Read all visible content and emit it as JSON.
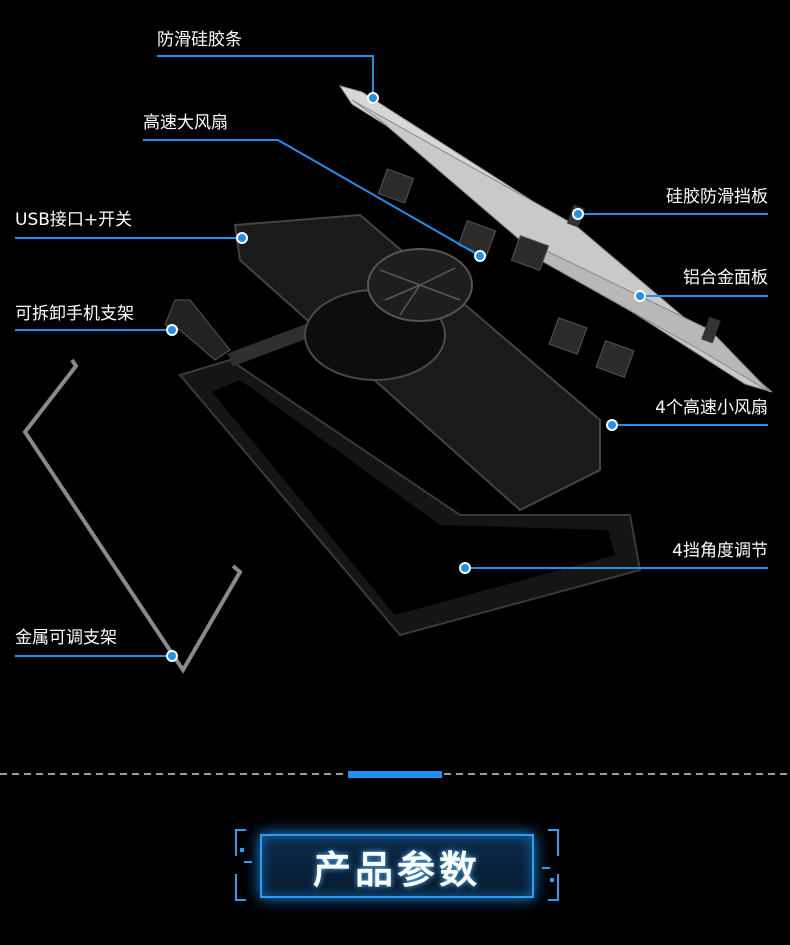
{
  "callouts": {
    "anti_slip_strip": "防滑硅胶条",
    "high_speed_big_fan": "高速大风扇",
    "usb_switch": "USB接口+开关",
    "detachable_phone_stand": "可拆卸手机支架",
    "metal_adjustable_stand": "金属可调支架",
    "silicone_stopper": "硅胶防滑挡板",
    "aluminum_panel": "铝合金面板",
    "small_fans": "4个高速小风扇",
    "angle_adjust": "4挡角度调节"
  },
  "section": {
    "title": "产品参数"
  },
  "colors": {
    "accent": "#1f8ff0",
    "background": "#000000",
    "text": "#ffffff"
  },
  "icons": {
    "callout_dot": "circle-dot-icon"
  }
}
